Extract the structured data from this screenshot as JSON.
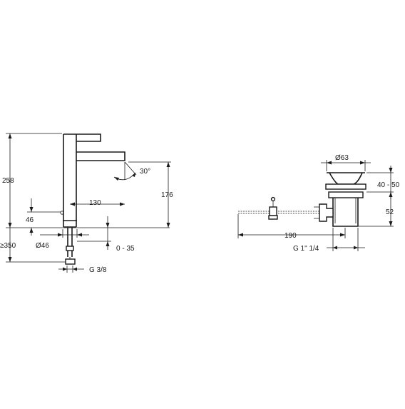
{
  "colors": {
    "ink": "#1a1a1a",
    "background": "#ffffff"
  },
  "faucet_view": {
    "dimensions": {
      "total_height": "258",
      "spout_height": "176",
      "reach": "130",
      "lever_angle": "30°",
      "lever_pivot_height": "46",
      "base_diameter": "Ø46",
      "min_hose_length": "≥350",
      "deck_thickness": "0 - 35",
      "supply_thread": "G 3/8"
    }
  },
  "drain_view": {
    "dimensions": {
      "plug_diameter": "Ø63",
      "basin_thickness": "40 - 50",
      "drain_height": "52",
      "rod_length": "190",
      "outlet_thread": "G 1\" 1/4"
    }
  }
}
